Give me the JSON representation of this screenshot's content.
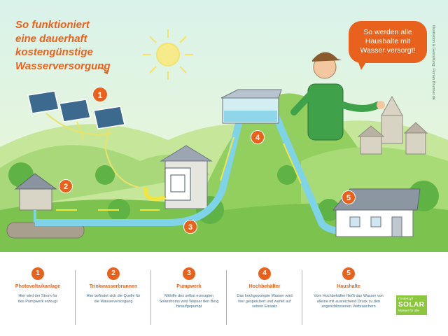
{
  "headline": {
    "lines": [
      "So funktioniert",
      "eine dauerhaft",
      "kostengünstige",
      "Wasserversorgung"
    ]
  },
  "speech_bubble": {
    "lines": [
      "So werden alle",
      "Haushalte mit",
      "Wasser versorgt!"
    ]
  },
  "credit": "Illustration & Gestaltung: Florian Brunner.de",
  "markers": [
    "1",
    "2",
    "3",
    "4",
    "5"
  ],
  "steps": [
    {
      "number": "1",
      "title": "Photovoltaikanlage",
      "description": [
        "Hier wird der Strom für",
        "das Pumpwerk erzeugt"
      ]
    },
    {
      "number": "2",
      "title": "Trinkwasserbrunnen",
      "description": [
        "Hier befindet sich die Quelle für",
        "die Wasserversorgung"
      ]
    },
    {
      "number": "3",
      "title": "Pumpwerk",
      "description": [
        "Mithilfe des selbst erzeugten",
        "Solarstroms wird Wasser den Berg",
        "hinaufgepumpt"
      ]
    },
    {
      "number": "4",
      "title": "Hochbehälter",
      "description": [
        "Das hochgepumpte Wasser wird",
        "hier gespeichert und wartet auf",
        "seinen Einsatz"
      ]
    },
    {
      "number": "5",
      "title": "Haushalte",
      "description": [
        "Vom Hochbehälter fließt das Wasser von",
        "alleine mit ausreichend Druck zu den",
        "angeschlossenen Verbrauchern"
      ]
    }
  ],
  "logo": {
    "top": "Fördertopf",
    "main": "SOLAR",
    "bottom": "Wasser für alle"
  },
  "colors": {
    "accent": "#e9621d",
    "sky": "#cfeef0",
    "hill": "#9fd36b",
    "pipe": "#7fd3e8",
    "text_blue": "#3a6a8c"
  }
}
